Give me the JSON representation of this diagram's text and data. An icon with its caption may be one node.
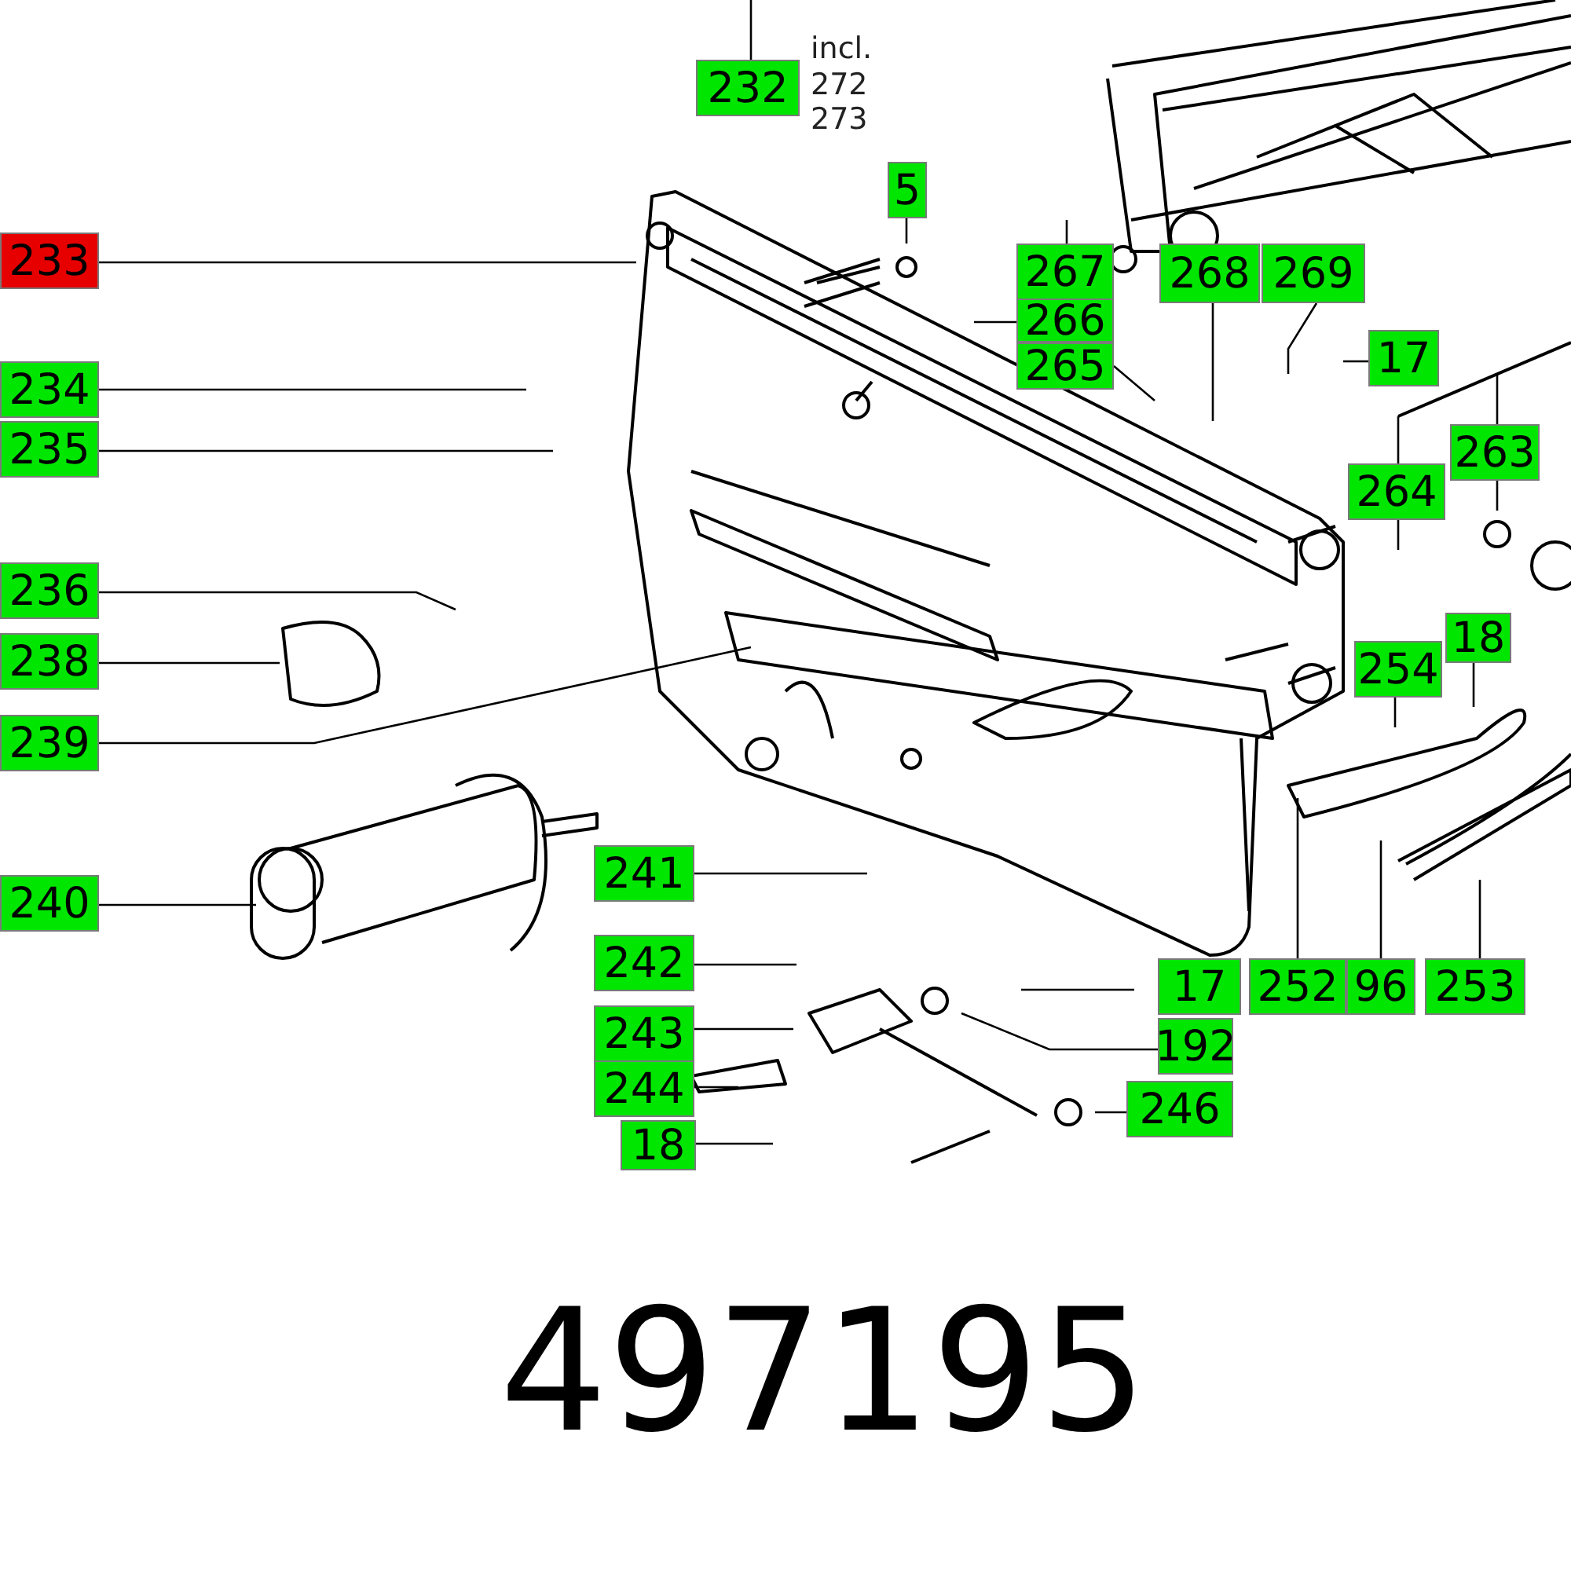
{
  "diagram": {
    "nodes": [
      {
        "text": [
          "232"
        ]
      },
      {
        "text": [
          "5"
        ]
      },
      {
        "text": [
          "267"
        ]
      },
      {
        "text": [
          "266"
        ]
      },
      {
        "text": [
          "265"
        ]
      },
      {
        "text": [
          "268"
        ]
      },
      {
        "text": [
          "269"
        ]
      },
      {
        "text": [
          "17"
        ]
      },
      {
        "text": [
          "263"
        ]
      },
      {
        "text": [
          "264"
        ]
      },
      {
        "text": [
          "254"
        ]
      },
      {
        "text": [
          "18"
        ]
      },
      {
        "text": [
          "252"
        ]
      },
      {
        "text": [
          "96"
        ]
      },
      {
        "text": [
          "253"
        ]
      },
      {
        "text": [
          "17"
        ]
      },
      {
        "text": [
          "192"
        ]
      },
      {
        "text": [
          "246"
        ]
      },
      {
        "text": [
          "241"
        ]
      },
      {
        "text": [
          "242"
        ]
      },
      {
        "text": [
          "243"
        ]
      },
      {
        "text": [
          "244"
        ]
      },
      {
        "text": [
          "18"
        ]
      },
      {
        "text": [
          "233"
        ]
      },
      {
        "text": [
          "234"
        ]
      },
      {
        "text": [
          "235"
        ]
      },
      {
        "text": [
          "236"
        ]
      },
      {
        "text": [
          "238"
        ]
      },
      {
        "text": [
          "239"
        ]
      },
      {
        "text": [
          "240"
        ]
      }
    ],
    "edges": [
      {
        "from": 0,
        "to": null,
        "arrow": "none"
      },
      {
        "from": 1,
        "to": null,
        "arrow": "none"
      },
      {
        "from": 2,
        "to": null,
        "arrow": "none"
      },
      {
        "from": 3,
        "to": null,
        "arrow": "none"
      },
      {
        "from": 4,
        "to": null,
        "arrow": "none"
      },
      {
        "from": 5,
        "to": null,
        "arrow": "none"
      },
      {
        "from": 6,
        "to": null,
        "arrow": "none"
      },
      {
        "from": 7,
        "to": null,
        "arrow": "none"
      },
      {
        "from": 8,
        "to": null,
        "arrow": "none"
      },
      {
        "from": 9,
        "to": null,
        "arrow": "none"
      },
      {
        "from": 10,
        "to": null,
        "arrow": "none"
      },
      {
        "from": 11,
        "to": null,
        "arrow": "none"
      },
      {
        "from": 12,
        "to": null,
        "arrow": "none"
      },
      {
        "from": 13,
        "to": null,
        "arrow": "none"
      },
      {
        "from": 14,
        "to": null,
        "arrow": "none"
      },
      {
        "from": 15,
        "to": null,
        "arrow": "none"
      },
      {
        "from": 16,
        "to": null,
        "arrow": "none"
      },
      {
        "from": 17,
        "to": null,
        "arrow": "none"
      },
      {
        "from": 18,
        "to": null,
        "arrow": "none"
      },
      {
        "from": 19,
        "to": null,
        "arrow": "none"
      },
      {
        "from": 20,
        "to": null,
        "arrow": "none"
      },
      {
        "from": 21,
        "to": null,
        "arrow": "none"
      },
      {
        "from": 22,
        "to": null,
        "arrow": "none"
      },
      {
        "from": 23,
        "to": null,
        "arrow": "none"
      },
      {
        "from": 24,
        "to": null,
        "arrow": "none"
      },
      {
        "from": 25,
        "to": null,
        "arrow": "none"
      },
      {
        "from": 26,
        "to": null,
        "arrow": "none"
      },
      {
        "from": 27,
        "to": null,
        "arrow": "none"
      },
      {
        "from": 28,
        "to": null,
        "arrow": "none"
      },
      {
        "from": 29,
        "to": null,
        "arrow": "none"
      }
    ],
    "labels": [
      "incl.",
      "272",
      "273",
      "497195"
    ]
  }
}
